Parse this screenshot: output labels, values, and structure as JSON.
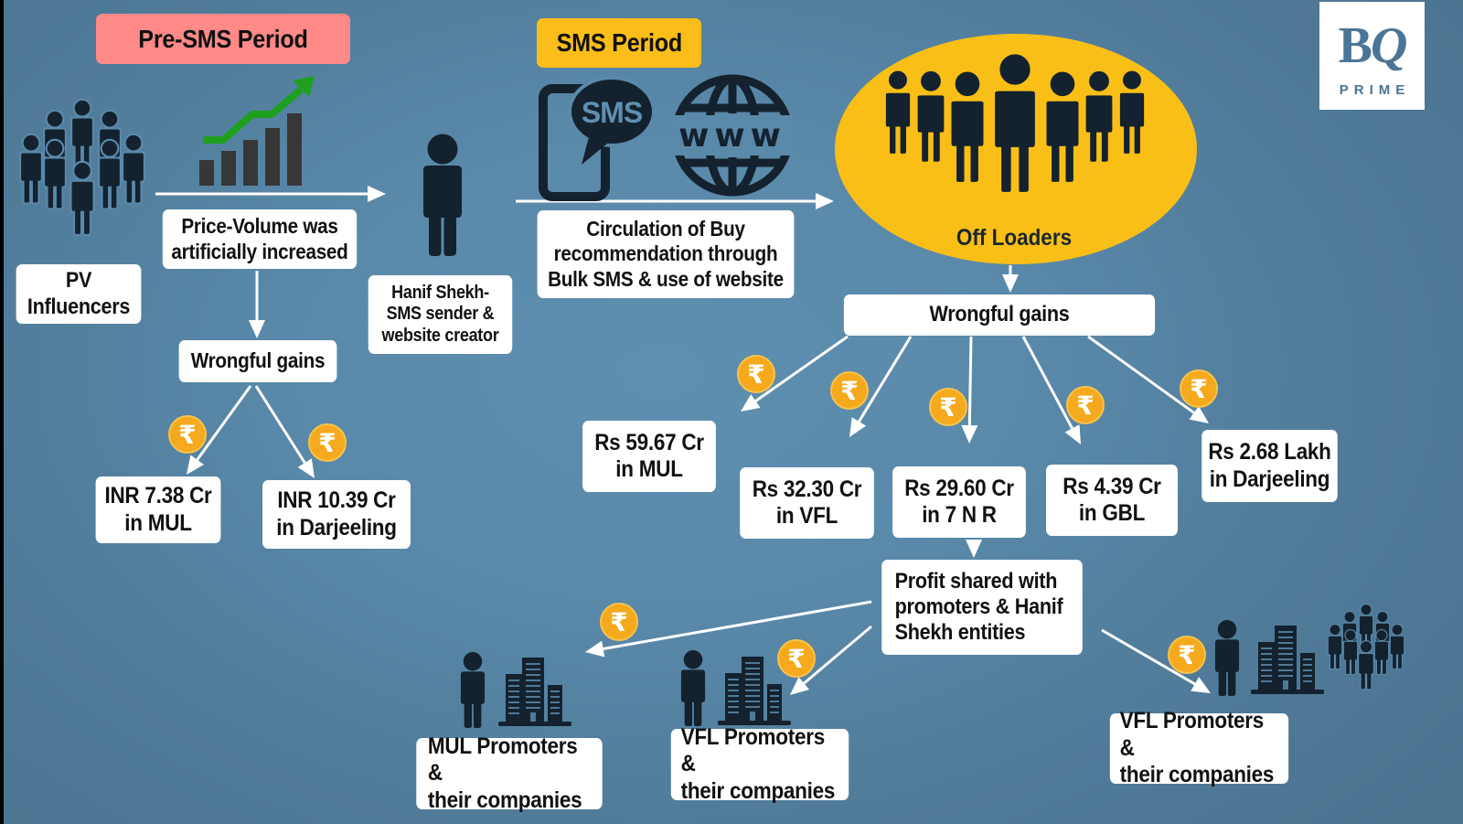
{
  "branding": {
    "logo_main": "BQ",
    "logo_sub": "PRIME"
  },
  "colors": {
    "background": "#5a89aa",
    "pre_sms_tag": "#ff8a87",
    "sms_tag": "#fbbd1a",
    "off_loaders_ellipse": "#f9bf16",
    "icon_dark": "#14222f",
    "coin": "#f5a91d",
    "trend_arrow": "#1ea01e",
    "bars": "#373737",
    "box": "#ffffff"
  },
  "periods": {
    "pre_sms": "Pre-SMS Period",
    "sms": "SMS Period"
  },
  "pre_sms": {
    "actor": "PV\nInfluencers",
    "action": "Price-Volume was\nartificially increased",
    "gains_label": "Wrongful gains",
    "gains": [
      {
        "amount": "INR 7.38 Cr",
        "entity": "in MUL"
      },
      {
        "amount": "INR 10.39 Cr",
        "entity": "in Darjeeling"
      }
    ]
  },
  "sms": {
    "actor": "Hanif Shekh-\nSMS sender &\nwebsite creator",
    "sms_icon_text": "SMS",
    "www_icon_text": "www",
    "action": "Circulation of Buy\nrecommendation through\nBulk SMS & use of website",
    "off_loaders": "Off Loaders",
    "gains_label": "Wrongful gains",
    "gains": [
      {
        "amount": "Rs 59.67 Cr",
        "entity": "in MUL"
      },
      {
        "amount": "Rs 32.30 Cr",
        "entity": "in VFL"
      },
      {
        "amount": "Rs 29.60 Cr",
        "entity": "in 7 N R"
      },
      {
        "amount": "Rs 4.39 Cr",
        "entity": "in GBL"
      },
      {
        "amount": "Rs 2.68 Lakh",
        "entity": "in Darjeeling"
      }
    ],
    "profit_shared": "Profit shared with\npromoters & Hanif\nShekh entities",
    "recipients": [
      "MUL Promoters &\ntheir companies",
      "VFL Promoters &\ntheir companies",
      "VFL Promoters &\ntheir companies"
    ]
  },
  "icons": {
    "rupee_symbol": "₹"
  }
}
